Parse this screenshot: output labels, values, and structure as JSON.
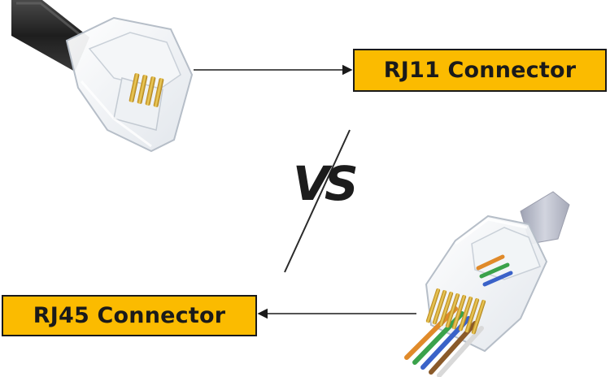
{
  "labels": {
    "rj11": "RJ11 Connector",
    "rj45": "RJ45 Connector"
  },
  "versus": "VS",
  "colors": {
    "label_fill": "#fbbb00",
    "label_border": "#1a1a1a",
    "text": "#1a1a1a",
    "cable_black": "#2a2a2a",
    "cable_gray": "#b9bccb",
    "gold_pins": "#d7a526"
  }
}
